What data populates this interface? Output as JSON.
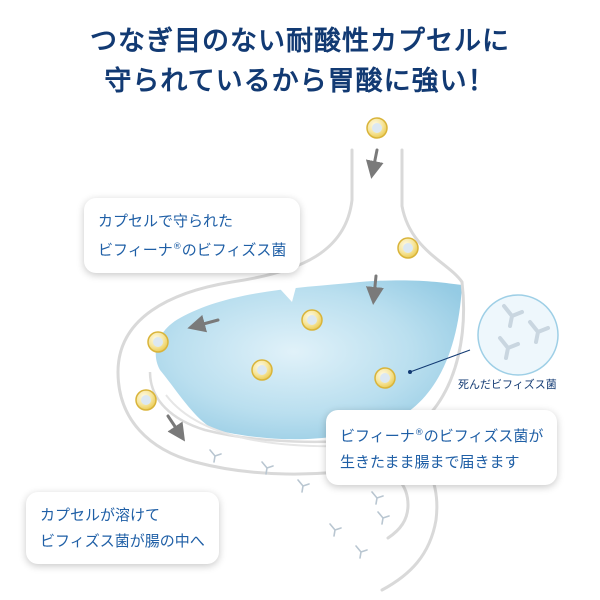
{
  "headline": {
    "line1": "つなぎ目のない耐酸性カプセルに",
    "line2": "守られているから胃酸に強い！"
  },
  "callouts": {
    "capsule_protected": {
      "line1": "カプセルで守られた",
      "line2a": "ビフィーナ",
      "mark": "®",
      "line2b": "のビフィズス菌"
    },
    "reaches_intestine": {
      "line1a": "ビフィーナ",
      "mark": "®",
      "line1b": "のビフィズス菌が",
      "line2": "生きたまま腸まで届きます"
    },
    "capsule_dissolves": {
      "line1": "カプセルが溶けて",
      "line2": "ビフィズス菌が腸の中へ"
    },
    "dead_bacteria": "死んだビフィズス菌"
  },
  "colors": {
    "headline": "#123a73",
    "callout_text": "#1f5fa6",
    "stomach_acid": "#a9d6ea",
    "capsule": "#f3d96a",
    "arrow": "#7a7a7a"
  }
}
